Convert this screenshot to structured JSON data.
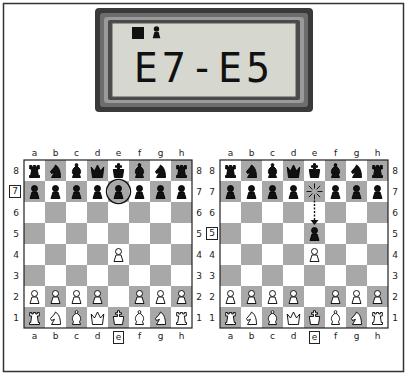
{
  "diagram": {
    "nodes": [
      {
        "text": [
          "E7-E5"
        ]
      },
      {
        "text": [
          "7"
        ]
      },
      {
        "text": [
          "e"
        ]
      },
      {
        "text": [
          "5"
        ]
      },
      {
        "text": [
          "e"
        ]
      }
    ],
    "labels": [
      "a",
      "b",
      "c",
      "d",
      "e",
      "f",
      "g",
      "h",
      "8",
      "6",
      "5",
      "4",
      "3",
      "2",
      "1",
      "8",
      "7",
      "6",
      "5",
      "4",
      "3",
      "2",
      "1",
      "a",
      "b",
      "c",
      "d",
      "f",
      "g",
      "h",
      "a",
      "b",
      "c",
      "d",
      "e",
      "f",
      "g",
      "h",
      "8",
      "7",
      "6",
      "4",
      "3",
      "2",
      "1",
      "8",
      "7",
      "6",
      "5",
      "4",
      "3",
      "2",
      "1",
      "a",
      "b",
      "c",
      "d",
      "f",
      "g",
      "h"
    ]
  }
}
